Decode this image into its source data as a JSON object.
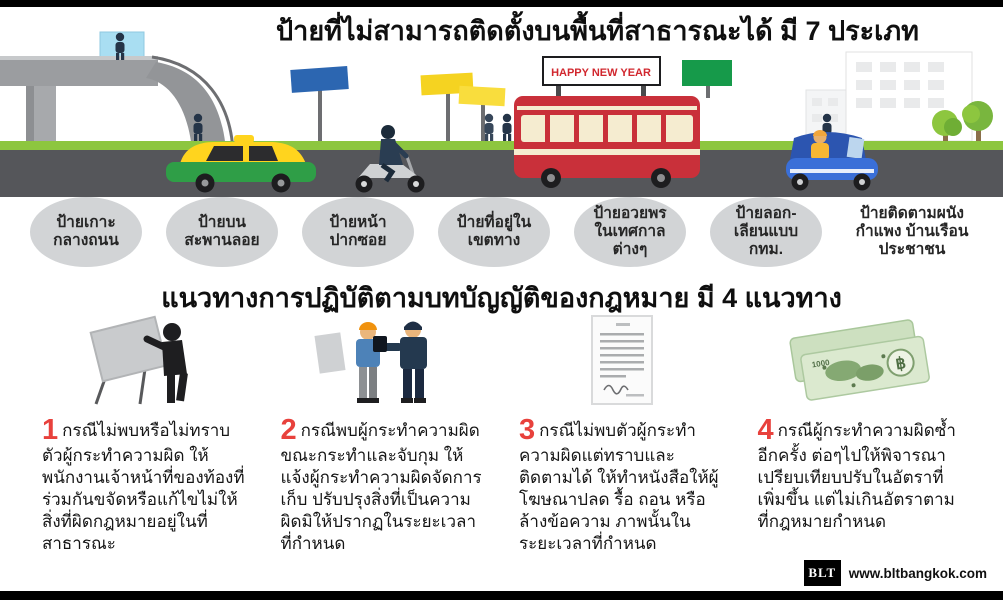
{
  "colors": {
    "accent_red": "#e8413c",
    "circle_gray": "#d2d4d6",
    "road_gray": "#55565a",
    "grass_green": "#8dc63f",
    "bus_red": "#c9303a"
  },
  "header": {
    "title": "ป้ายที่ไม่สามารถติดตั้งบนพื้นที่สาธารณะได้ มี 7 ประเภท"
  },
  "scene": {
    "bus_banner": "HAPPY NEW YEAR"
  },
  "sign_types": [
    {
      "line1": "ป้ายเกาะ",
      "line2": "กลางถนน",
      "line3": ""
    },
    {
      "line1": "ป้ายบน",
      "line2": "สะพานลอย",
      "line3": ""
    },
    {
      "line1": "ป้ายหน้า",
      "line2": "ปากซอย",
      "line3": ""
    },
    {
      "line1": "ป้ายที่อยู่ใน",
      "line2": "เขตทาง",
      "line3": ""
    },
    {
      "line1": "ป้ายอวยพร",
      "line2": "ในเทศกาล",
      "line3": "ต่างๆ"
    },
    {
      "line1": "ป้ายลอก-",
      "line2": "เลียนแบบ",
      "line3": "กทม."
    },
    {
      "line1": "ป้ายติดตามผนัง",
      "line2": "กำแพง บ้านเรือน",
      "line3": "ประชาชน"
    }
  ],
  "guidelines": {
    "title": "แนวทางการปฏิบัติตามบทบัญญัติของกฎหมาย มี 4 แนวทาง",
    "items": [
      {
        "number": "1",
        "text": "กรณีไม่พบหรือไม่ทราบตัวผู้กระทำความผิด ให้พนักงานเจ้าหน้าที่ของท้องที่ร่วมกันขจัดหรือแก้ไขไม่ให้สิ่งที่ผิดกฎหมายอยู่ในที่สาธารณะ"
      },
      {
        "number": "2",
        "text": "กรณีพบผู้กระทำความผิดขณะกระทำและจับกุม ให้แจ้งผู้กระทำความผิดจัดการเก็บ ปรับปรุงสิ่งที่เป็นความผิดมิให้ปรากฏในระยะเวลาที่กำหนด"
      },
      {
        "number": "3",
        "text": "กรณีไม่พบตัวผู้กระทำความผิดแต่ทราบและติดตามได้ ให้ทำหนังสือให้ผู้โฆษณาปลด รื้อ ถอน หรือล้างข้อความ ภาพนั้นในระยะเวลาที่กำหนด"
      },
      {
        "number": "4",
        "text": "กรณีผู้กระทำความผิดซ้ำอีกครั้ง ต่อๆไปให้พิจารณาเปรียบเทียบปรับในอัตราที่เพิ่มขึ้น แต่ไม่เกินอัตราตามที่กฎหมายกำหนด",
        "banknote_value": "1000",
        "currency_symbol": "฿"
      }
    ]
  },
  "footer": {
    "logo_text": "BLT",
    "website": "www.bltbangkok.com"
  }
}
